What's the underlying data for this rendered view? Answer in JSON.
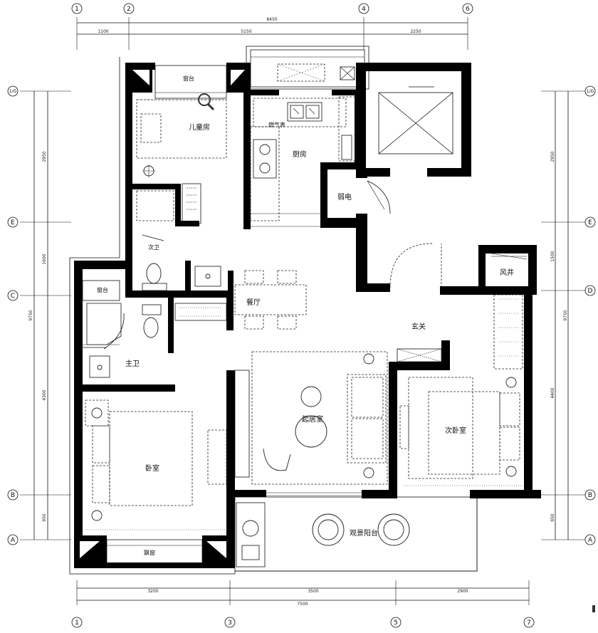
{
  "rooms": {
    "child_bedroom": "儿童房",
    "kitchen": "厨房",
    "gas_meter": "燃气表",
    "weak_current": "弱电",
    "air_shaft": "风井",
    "secondary_bath": "次卫",
    "dining": "餐厅",
    "entrance": "玄关",
    "master_bath": "主卫",
    "living": "起居室",
    "second_bedroom": "次卧室",
    "bedroom": "卧室",
    "view_balcony": "观景阳台",
    "window_top": "窗台",
    "window_bottom": "飘窗",
    "window_bath": "窗台"
  },
  "grid_top": [
    "1",
    "2",
    "4",
    "6"
  ],
  "grid_bottom": [
    "1",
    "3",
    "5",
    "7"
  ],
  "grid_left": [
    "1/G",
    "E",
    "C",
    "B",
    "A"
  ],
  "grid_right": [
    "1/G",
    "E",
    "D",
    "B",
    "A"
  ],
  "dims_top": {
    "total": "8450",
    "seg1": "1100",
    "seg2": "5150",
    "seg3": "2250"
  },
  "dims_bottom": {
    "total": "7500",
    "seg1": "3200",
    "seg2": "3500",
    "seg3": "2900"
  },
  "dims_left": {
    "total": "9750",
    "seg1": "2950",
    "seg2": "1600",
    "seg3": "4300",
    "seg4": "950"
  },
  "dims_right": {
    "total": "9750",
    "seg1": "2950",
    "seg2": "1500",
    "seg3": "4400",
    "seg4": "950"
  }
}
